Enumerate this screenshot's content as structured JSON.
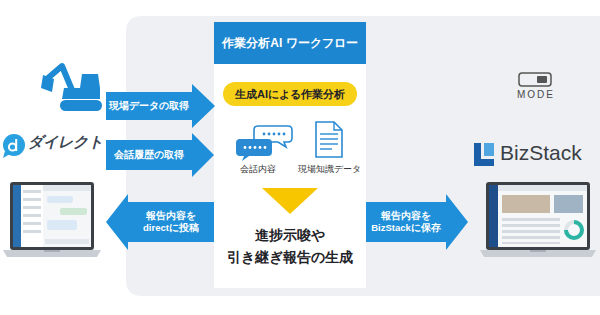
{
  "diagram": {
    "nodes": [
      {
        "text": [
          "ダイレクト"
        ]
      },
      {
        "text": [
          "作業分析AI ワークフロー",
          "進捗示唆や 引き継ぎ報告の生成"
        ]
      },
      {
        "text": [
          "生成AIによる作業分析"
        ],
        "in": 1
      },
      {
        "text": [
          "BizStack"
        ]
      }
    ],
    "edges": [
      {
        "from": 0,
        "to": 1,
        "arrow": "to",
        "label": "会話履歴の取得"
      },
      {
        "from": 1,
        "to": 0,
        "arrow": "to",
        "label": "報告内容を directに投稿"
      },
      {
        "from": 1,
        "to": 3,
        "arrow": "to",
        "label": "報告内容を BizStackに保存"
      }
    ],
    "labels": [
      "現場データの取得",
      "会話内容",
      "現場知識データ",
      "MODE"
    ]
  }
}
